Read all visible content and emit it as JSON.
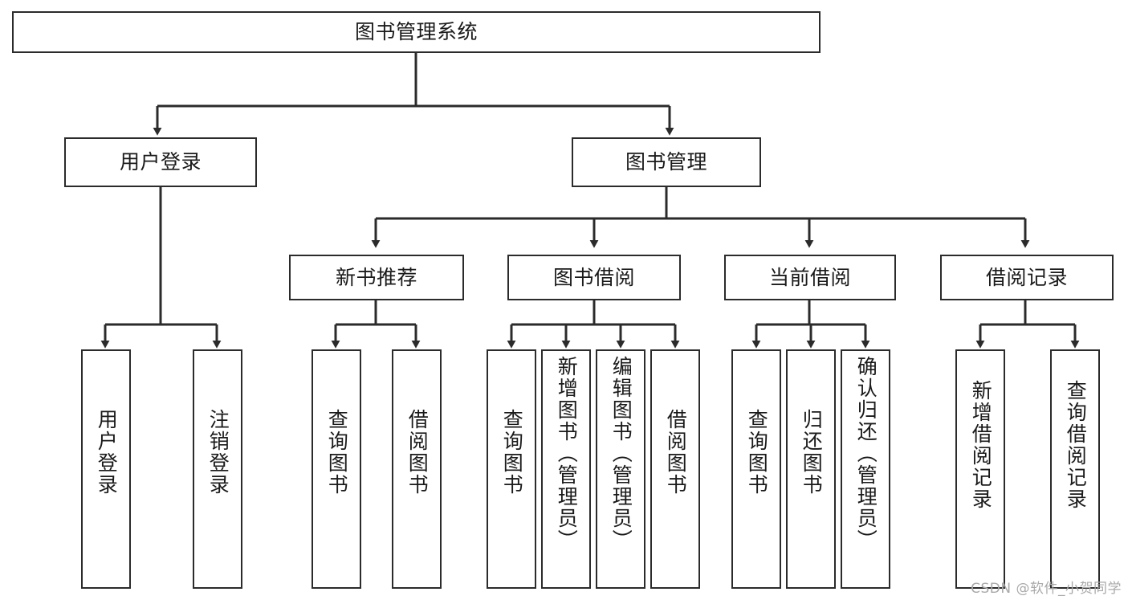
{
  "diagram": {
    "title": "图书管理系统",
    "type": "tree-hierarchy-chart",
    "watermark": "CSDN @软件_小贺同学",
    "colors": {
      "box_border": "#2b2b2b",
      "box_fill": "#ffffff",
      "connector": "#2b2b2b",
      "text": "#1a1a1a",
      "watermark": "#a9a9a9"
    },
    "root": {
      "id": "root",
      "label": "图书管理系统"
    },
    "level1": [
      {
        "id": "user-login",
        "label": "用户登录"
      },
      {
        "id": "book-management",
        "label": "图书管理"
      }
    ],
    "level2": [
      {
        "id": "new-book-recommend",
        "label": "新书推荐"
      },
      {
        "id": "book-borrow",
        "label": "图书借阅"
      },
      {
        "id": "current-borrow",
        "label": "当前借阅"
      },
      {
        "id": "borrow-record",
        "label": "借阅记录"
      }
    ],
    "leaves": {
      "user-login": [
        {
          "id": "leaf-user-login",
          "label": "用户登录"
        },
        {
          "id": "leaf-logout-login",
          "label": "注销登录"
        }
      ],
      "new-book-recommend": [
        {
          "id": "leaf-query-book-1",
          "label": "查询图书"
        },
        {
          "id": "leaf-borrow-book-1",
          "label": "借阅图书"
        }
      ],
      "book-borrow": [
        {
          "id": "leaf-query-book-2",
          "label": "查询图书"
        },
        {
          "id": "leaf-add-book-admin",
          "label": "新增图书（管理员）"
        },
        {
          "id": "leaf-edit-book-admin",
          "label": "编辑图书（管理员）"
        },
        {
          "id": "leaf-borrow-book-2",
          "label": "借阅图书"
        }
      ],
      "current-borrow": [
        {
          "id": "leaf-query-book-3",
          "label": "查询图书"
        },
        {
          "id": "leaf-return-book",
          "label": "归还图书"
        },
        {
          "id": "leaf-confirm-return-admin",
          "label": "确认归还（管理员）"
        }
      ],
      "borrow-record": [
        {
          "id": "leaf-add-borrow-record",
          "label": "新增借阅记录"
        },
        {
          "id": "leaf-query-borrow-record",
          "label": "查询借阅记录"
        }
      ]
    }
  }
}
